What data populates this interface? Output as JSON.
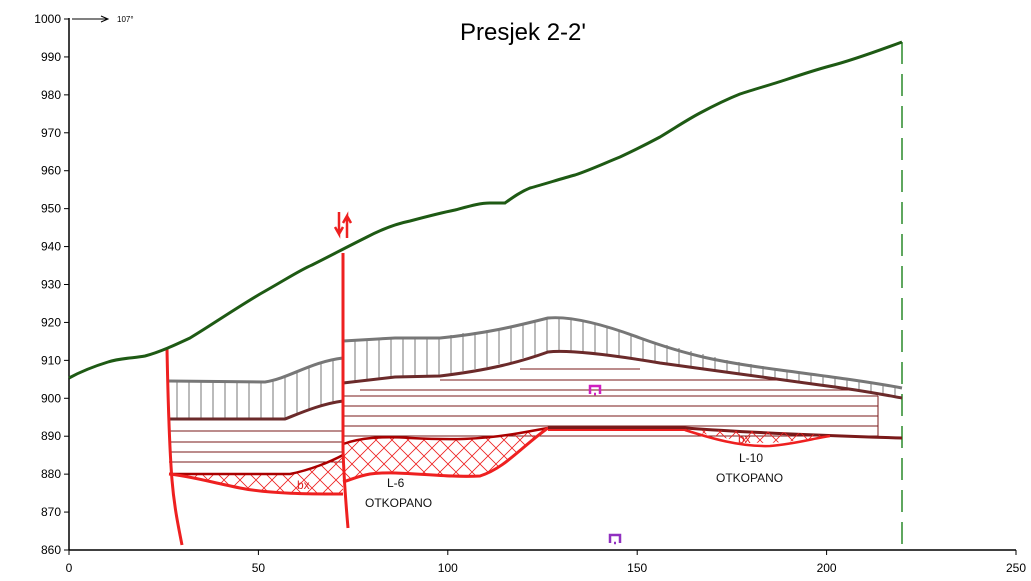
{
  "title": "Presjek 2-2'",
  "orientation": "107°",
  "x_ticks": [
    "0",
    "50",
    "100",
    "150",
    "200",
    "250"
  ],
  "y_ticks": [
    "860",
    "870",
    "880",
    "890",
    "900",
    "910",
    "920",
    "930",
    "940",
    "950",
    "960",
    "970",
    "980",
    "990",
    "1000"
  ],
  "labels": {
    "bx_1": "bx",
    "bx_2": "bx",
    "l6_name": "L-6",
    "l6_status": "OTKOPANO",
    "l10_name": "L-10",
    "l10_status": "OTKOPANO"
  },
  "colors": {
    "terrain": "#1e5a14",
    "fault": "#ee2020",
    "hatch_top": "#777777",
    "seam": "#7a1a1a",
    "worked": "#ee2020",
    "symbol": "#d020c0",
    "boundary": "#2a8a2a"
  },
  "icons": {
    "fault_arrows": "fault-movement-arrows",
    "well_symbol": "borehole-symbol"
  }
}
